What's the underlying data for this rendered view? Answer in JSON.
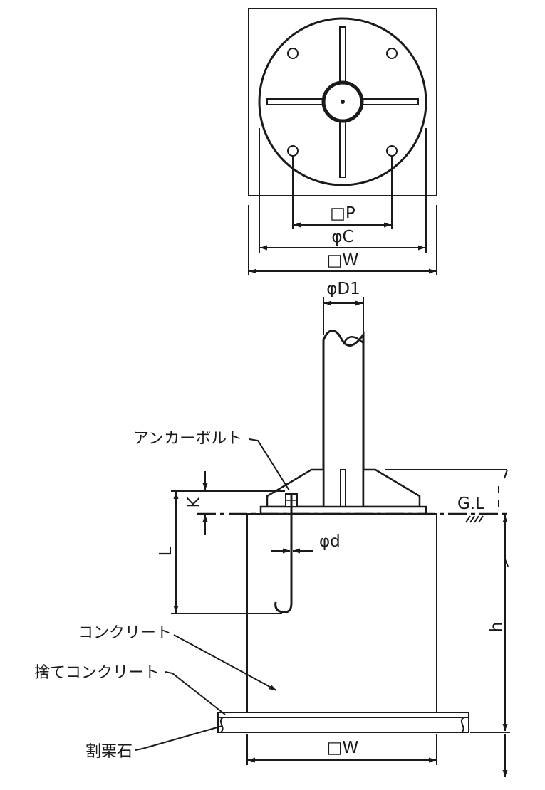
{
  "plan_view": {
    "dim_p": "□P",
    "dim_c": "φC",
    "dim_w": "□W"
  },
  "section_view": {
    "dim_d1": "φD1",
    "anchor_bolt_label": "アンカーボルト",
    "dim_k": "K",
    "dim_l": "L",
    "dim_d": "φd",
    "ground_level": "G.L",
    "dim_h": "h",
    "concrete_label": "コンクリート",
    "blinding_concrete_label": "捨てコンクリート",
    "crushed_stone_label": "割栗石",
    "dim_w_bottom": "□W"
  }
}
